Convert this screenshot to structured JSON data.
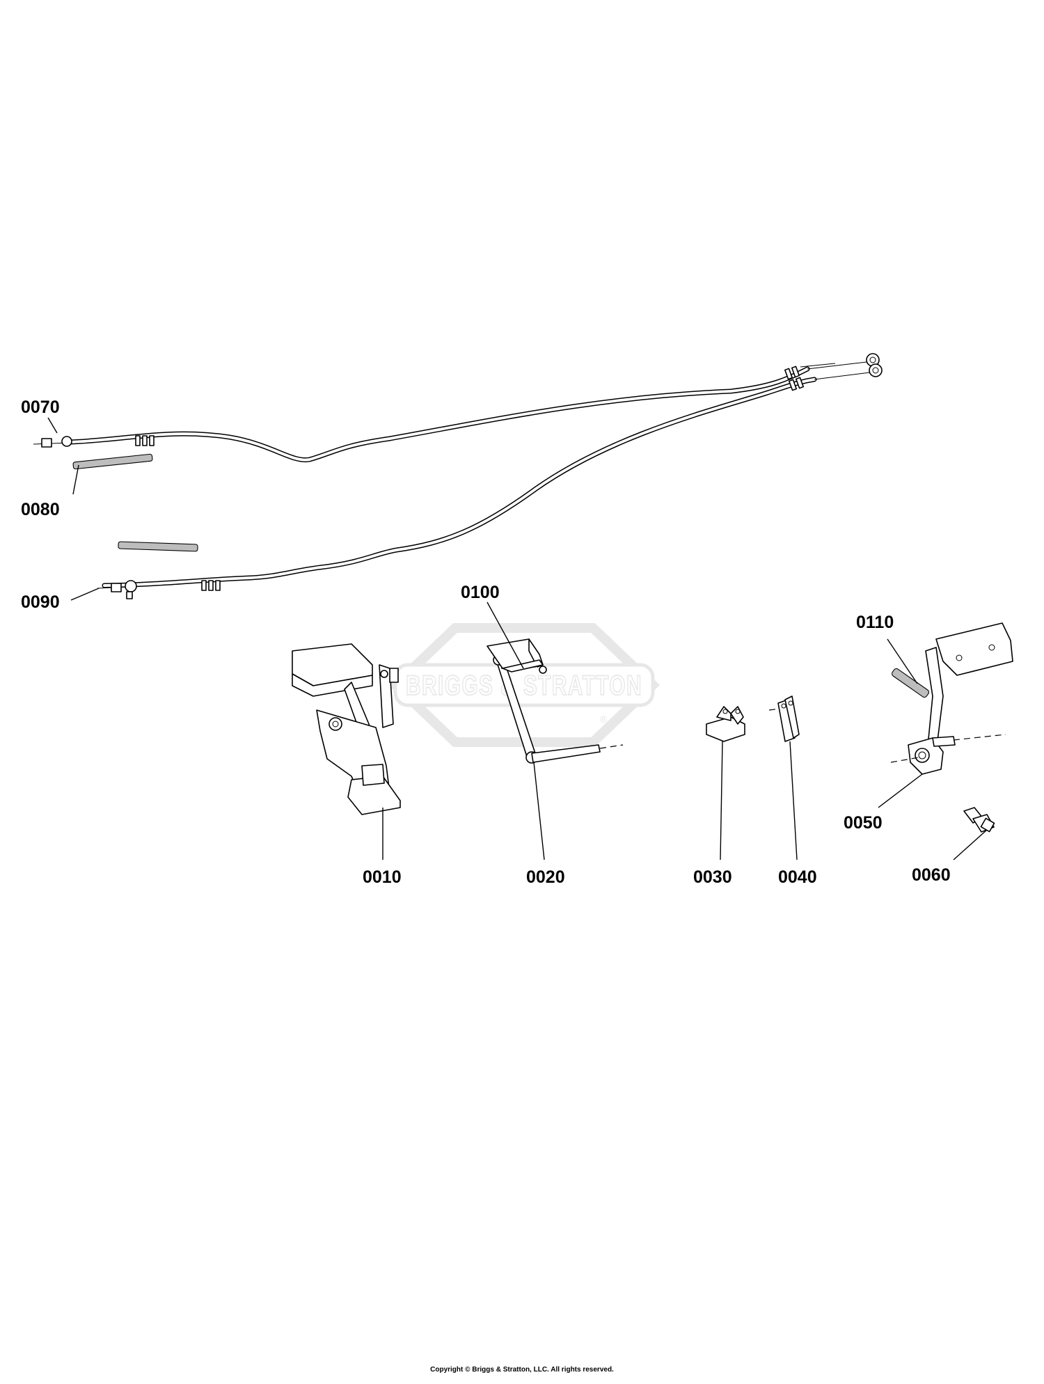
{
  "watermark": {
    "brand": "BRIGGS & STRATTON",
    "registered_mark": "®"
  },
  "callouts": {
    "p0010": "0010",
    "p0020": "0020",
    "p0030": "0030",
    "p0040": "0040",
    "p0050": "0050",
    "p0060": "0060",
    "p0070": "0070",
    "p0080": "0080",
    "p0090": "0090",
    "p0100": "0100",
    "p0110": "0110"
  },
  "footer": {
    "copyright": "Copyright © Briggs & Stratton, LLC. All rights reserved."
  }
}
